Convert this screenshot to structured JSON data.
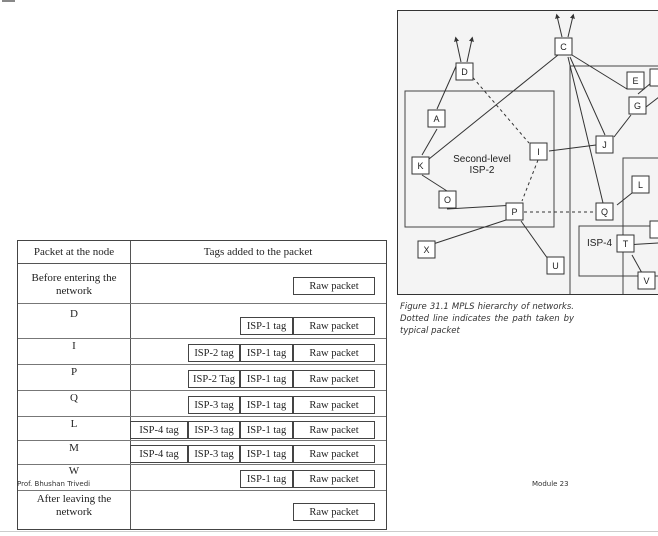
{
  "table": {
    "header_node": "Packet at the node",
    "header_tags": "Tags added to the packet",
    "rows": [
      {
        "node": "Before entering the network",
        "tags": [
          "Raw packet"
        ]
      },
      {
        "node": "D",
        "tags": [
          "ISP-1 tag",
          "Raw packet"
        ]
      },
      {
        "node": "I",
        "tags": [
          "ISP-2 tag",
          "ISP-1 tag",
          "Raw packet"
        ]
      },
      {
        "node": "P",
        "tags": [
          "ISP-2 Tag",
          "ISP-1 tag",
          "Raw packet"
        ]
      },
      {
        "node": "Q",
        "tags": [
          "ISP-3 tag",
          "ISP-1 tag",
          "Raw packet"
        ]
      },
      {
        "node": "L",
        "tags": [
          "ISP-4 tag",
          "ISP-3 tag",
          "ISP-1 tag",
          "Raw packet"
        ]
      },
      {
        "node": "M",
        "tags": [
          "ISP-4 tag",
          "ISP-3 tag",
          "ISP-1 tag",
          "Raw packet"
        ]
      },
      {
        "node": "W",
        "tags": [
          "ISP-1 tag",
          "Raw packet"
        ]
      },
      {
        "node": "After leaving the network",
        "tags": [
          "Raw packet"
        ]
      }
    ]
  },
  "diagram": {
    "nodes": [
      "C",
      "D",
      "A",
      "K",
      "O",
      "X",
      "P",
      "U",
      "I",
      "J",
      "E",
      "G",
      "Q",
      "L",
      "T",
      "V"
    ],
    "regions": [
      "Second-level ISP-2",
      "ISP-4"
    ],
    "region_label_isp2_line1": "Second-level",
    "region_label_isp2_line2": "ISP-2",
    "region_label_isp4": "ISP-4"
  },
  "caption": "Figure 31.1 MPLS hierarchy of networks. Dotted line indicates the path taken by typical packet",
  "footer": {
    "author": "Prof. Bhushan Trivedi",
    "module": "Module 23"
  }
}
